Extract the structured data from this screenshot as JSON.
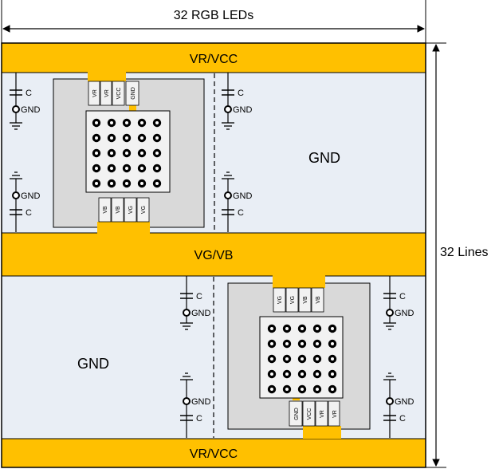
{
  "header": {
    "width_label": "32 RGB LEDs",
    "height_label": "32 Lines"
  },
  "bands": {
    "top": "VR/VCC",
    "middle": "VG/VB",
    "bottom": "VR/VCC"
  },
  "areas": {
    "upper_gnd": "GND",
    "lower_gnd": "GND"
  },
  "components": {
    "capacitor_label": "C",
    "ground_label": "GND"
  },
  "chip_top": {
    "top_pins": [
      "VR",
      "VR",
      "VCC",
      "GND"
    ],
    "bottom_pins": [
      "VB",
      "VB",
      "VG",
      "VG"
    ]
  },
  "chip_bottom": {
    "top_pins": [
      "VG",
      "VG",
      "VB",
      "VB"
    ],
    "bottom_pins": [
      "GND",
      "VCC",
      "VR",
      "VR"
    ]
  },
  "led_grid": {
    "rows": 5,
    "cols": 5
  },
  "colors": {
    "rail": "#FFC000",
    "panel": "#E9EEF5",
    "chip_body": "#D9D9D9",
    "chip_inner": "#F2F2F2",
    "outline": "#000000"
  }
}
